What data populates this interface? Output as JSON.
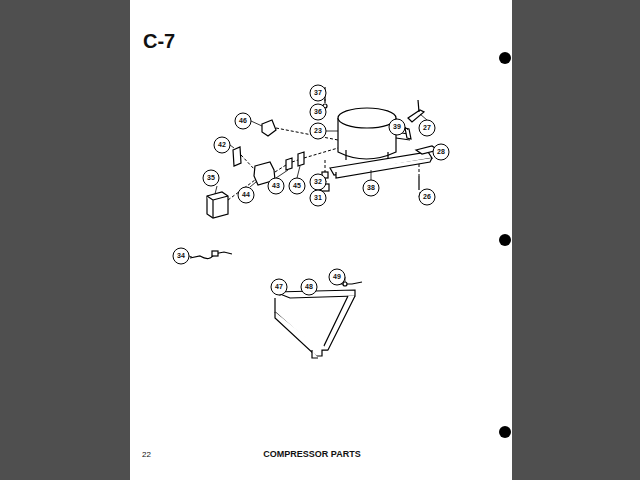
{
  "diagram": {
    "title": "C-7",
    "caption": "COMPRESSOR PARTS",
    "labels": [
      "37",
      "36",
      "23",
      "46",
      "42",
      "39",
      "27",
      "28",
      "43",
      "45",
      "32",
      "38",
      "35",
      "44",
      "31",
      "26",
      "34",
      "47",
      "48",
      "49",
      "22"
    ]
  }
}
